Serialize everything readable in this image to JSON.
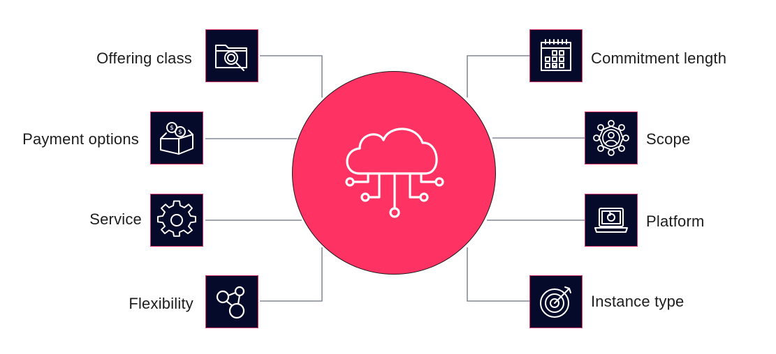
{
  "diagram": {
    "hub": {
      "icon": "cloud-network-icon",
      "fill": "#fe3263"
    },
    "tile_background": "#060a2a",
    "tile_border": "#e0356a",
    "left_items": [
      {
        "label": "Offering class",
        "icon": "folder-search-icon"
      },
      {
        "label": "Payment options",
        "icon": "money-box-icon"
      },
      {
        "label": "Service",
        "icon": "gear-icon"
      },
      {
        "label": "Flexibility",
        "icon": "nodes-icon"
      }
    ],
    "right_items": [
      {
        "label": "Commitment length",
        "icon": "calendar-icon"
      },
      {
        "label": "Scope",
        "icon": "network-person-icon"
      },
      {
        "label": "Platform",
        "icon": "laptop-icon"
      },
      {
        "label": "Instance type",
        "icon": "target-icon"
      }
    ]
  }
}
